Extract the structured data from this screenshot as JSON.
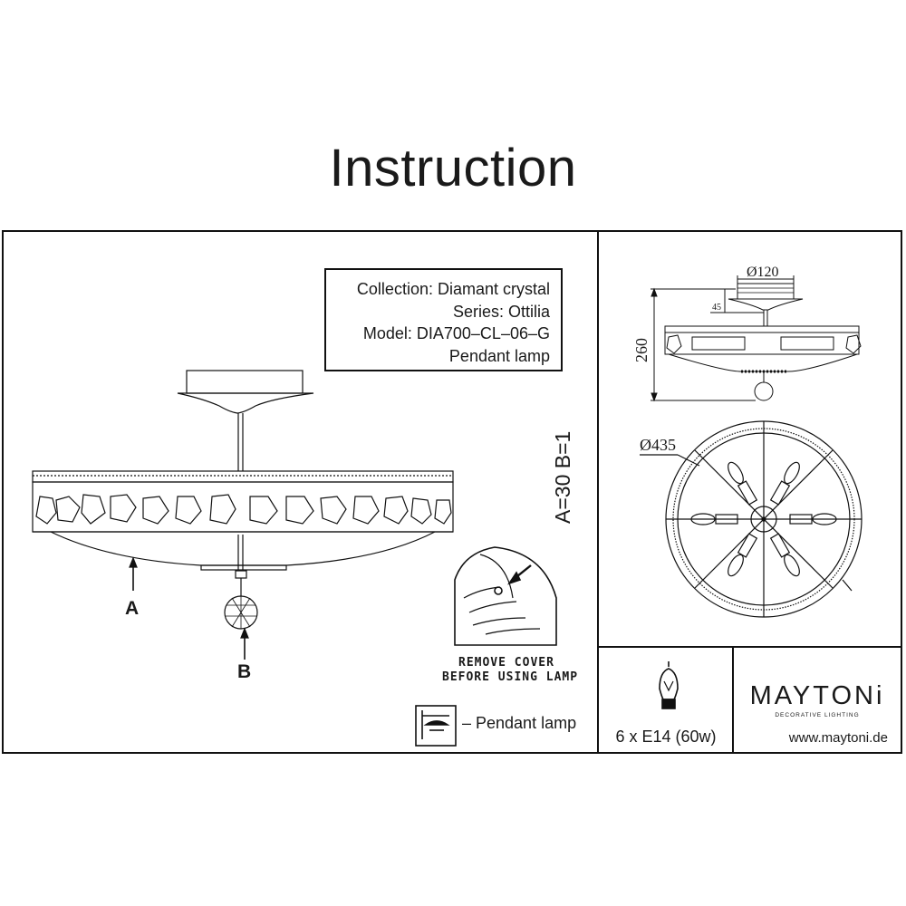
{
  "title": "Instruction",
  "product": {
    "collection": "Collection: Diamant crystal",
    "series": "Series: Ottilia",
    "model": "Model: DIA700–CL–06–G",
    "type": "Pendant lamp"
  },
  "labels": {
    "a": "A",
    "b": "B",
    "quantities": "A=30  B=1"
  },
  "warning": {
    "line1": "REMOVE COVER",
    "line2": "BEFORE USING LAMP"
  },
  "legend": {
    "pendant_icon": "pendant-lamp-icon",
    "text": "– Pendant lamp"
  },
  "dimensions": {
    "top_diameter": "Ø120",
    "offset": "45",
    "height": "260",
    "diameter": "Ø435"
  },
  "bulb": {
    "icon": "bulb-icon",
    "spec": "6 x E14 (60w)"
  },
  "brand": {
    "name": "MAYTONi",
    "tagline": "DECORATIVE LIGHTING",
    "website": "www.maytoni.de"
  },
  "colors": {
    "line": "#111111",
    "background": "#ffffff"
  }
}
